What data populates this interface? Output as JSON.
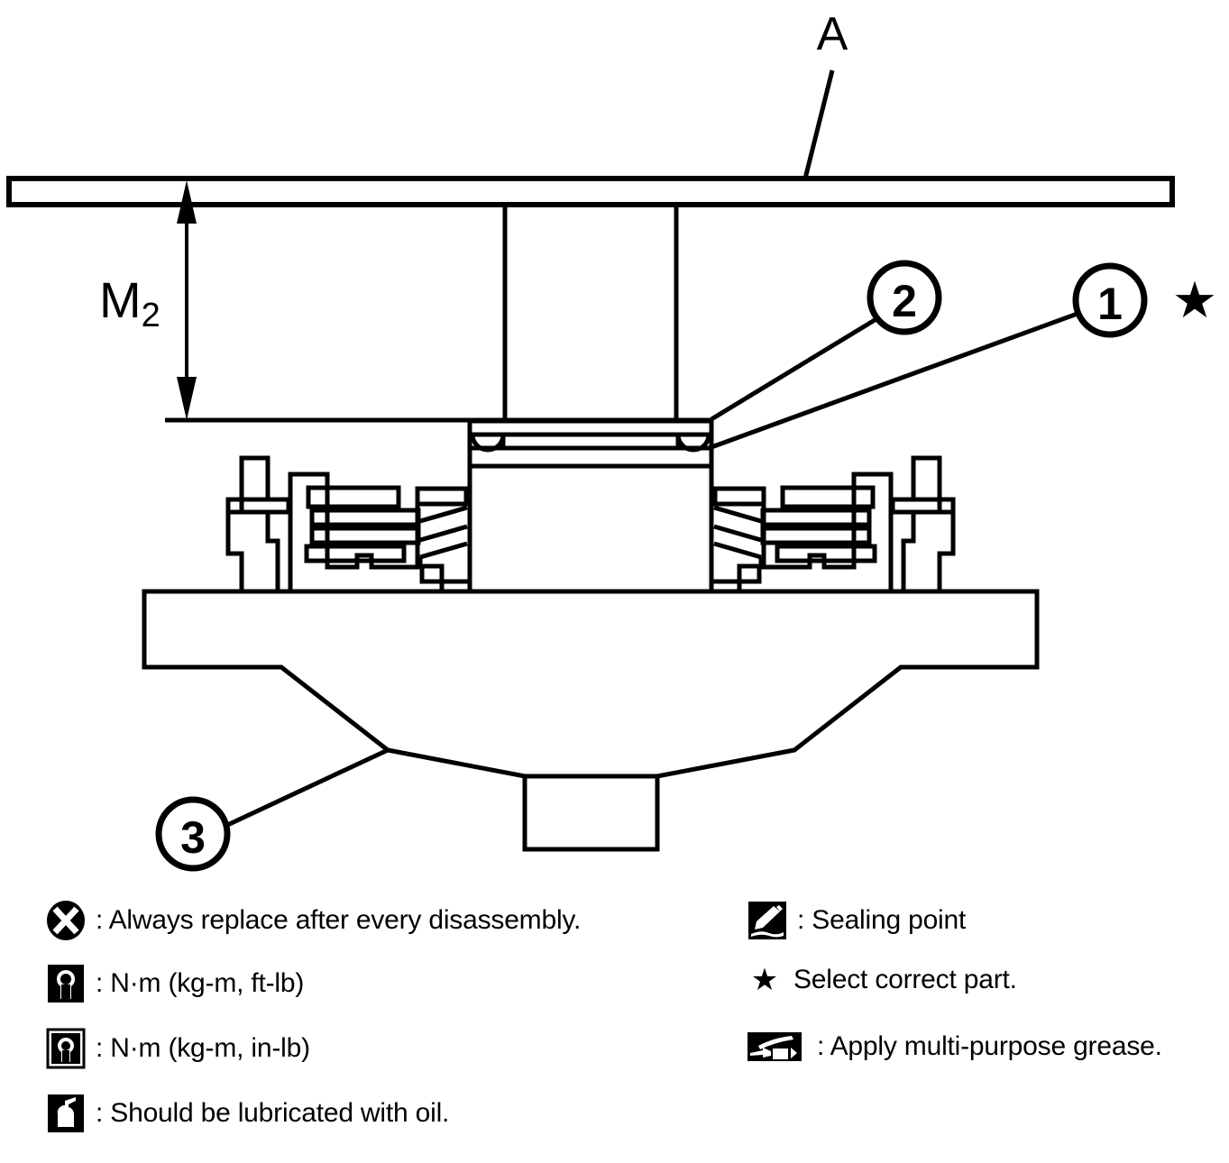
{
  "diagram": {
    "title_labels": {
      "part_a": "A",
      "dimension_m2_main": "M",
      "dimension_m2_sub": "2"
    },
    "callouts": [
      {
        "id": "callout-1",
        "label": "1"
      },
      {
        "id": "callout-2",
        "label": "2"
      },
      {
        "id": "callout-3",
        "label": "3"
      }
    ],
    "star_marker": "★"
  },
  "legend": {
    "left_items": [
      {
        "icon": "replace-after-disassembly-icon",
        "text": ": Always replace after every disassembly."
      },
      {
        "icon": "wrench-open-icon",
        "text": ": N·m (kg-m, ft-lb)"
      },
      {
        "icon": "wrench-boxed-icon",
        "text": ": N·m (kg-m, in-lb)"
      },
      {
        "icon": "oil-can-icon",
        "text": ": Should be lubricated with oil."
      }
    ],
    "right_items": [
      {
        "icon": "sealing-point-icon",
        "text": ": Sealing point"
      },
      {
        "icon": "star-icon",
        "text": "Select correct part."
      },
      {
        "icon": "grease-gun-icon",
        "text": ": Apply multi-purpose grease."
      }
    ]
  },
  "colors": {
    "line": "#000000",
    "background": "#ffffff"
  }
}
